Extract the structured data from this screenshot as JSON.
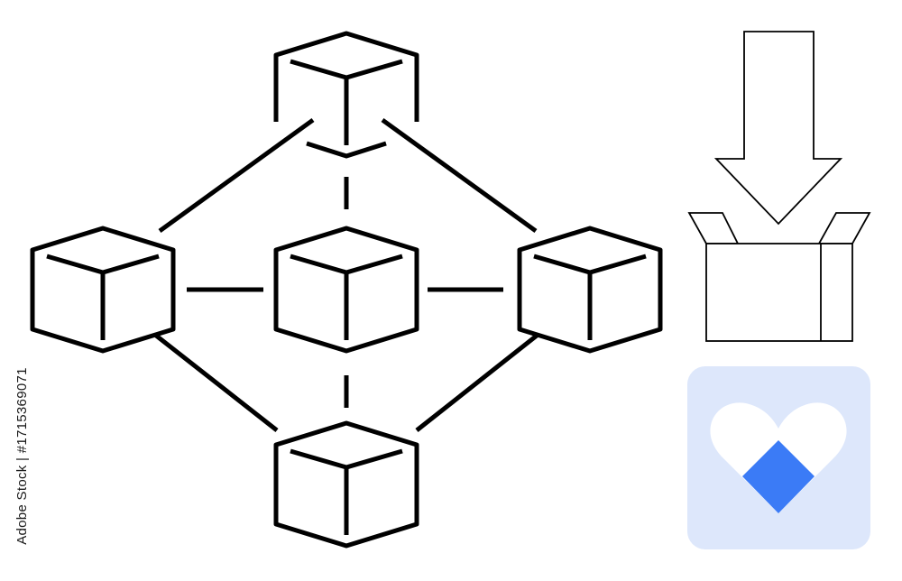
{
  "image": {
    "stock_id": "Adobe Stock | #1715369071"
  },
  "diagram": {
    "nodes": [
      "cube-top",
      "cube-left",
      "cube-center",
      "cube-right",
      "cube-bottom"
    ],
    "connectors": [
      [
        "cube-top",
        "cube-left"
      ],
      [
        "cube-top",
        "cube-right"
      ],
      [
        "cube-top",
        "cube-center"
      ],
      [
        "cube-center",
        "cube-bottom"
      ],
      [
        "cube-left",
        "cube-center"
      ],
      [
        "cube-center",
        "cube-right"
      ],
      [
        "cube-left",
        "cube-bottom"
      ],
      [
        "cube-right",
        "cube-bottom"
      ]
    ]
  },
  "icons": {
    "download_to_box": "arrow-into-box-icon",
    "heart_with_diamond": "heart-diamond-icon"
  },
  "colors": {
    "stroke": "#000000",
    "tile_background": "#dde7fb",
    "diamond_accent": "#3b7bf6",
    "heart_fill": "#ffffff"
  }
}
